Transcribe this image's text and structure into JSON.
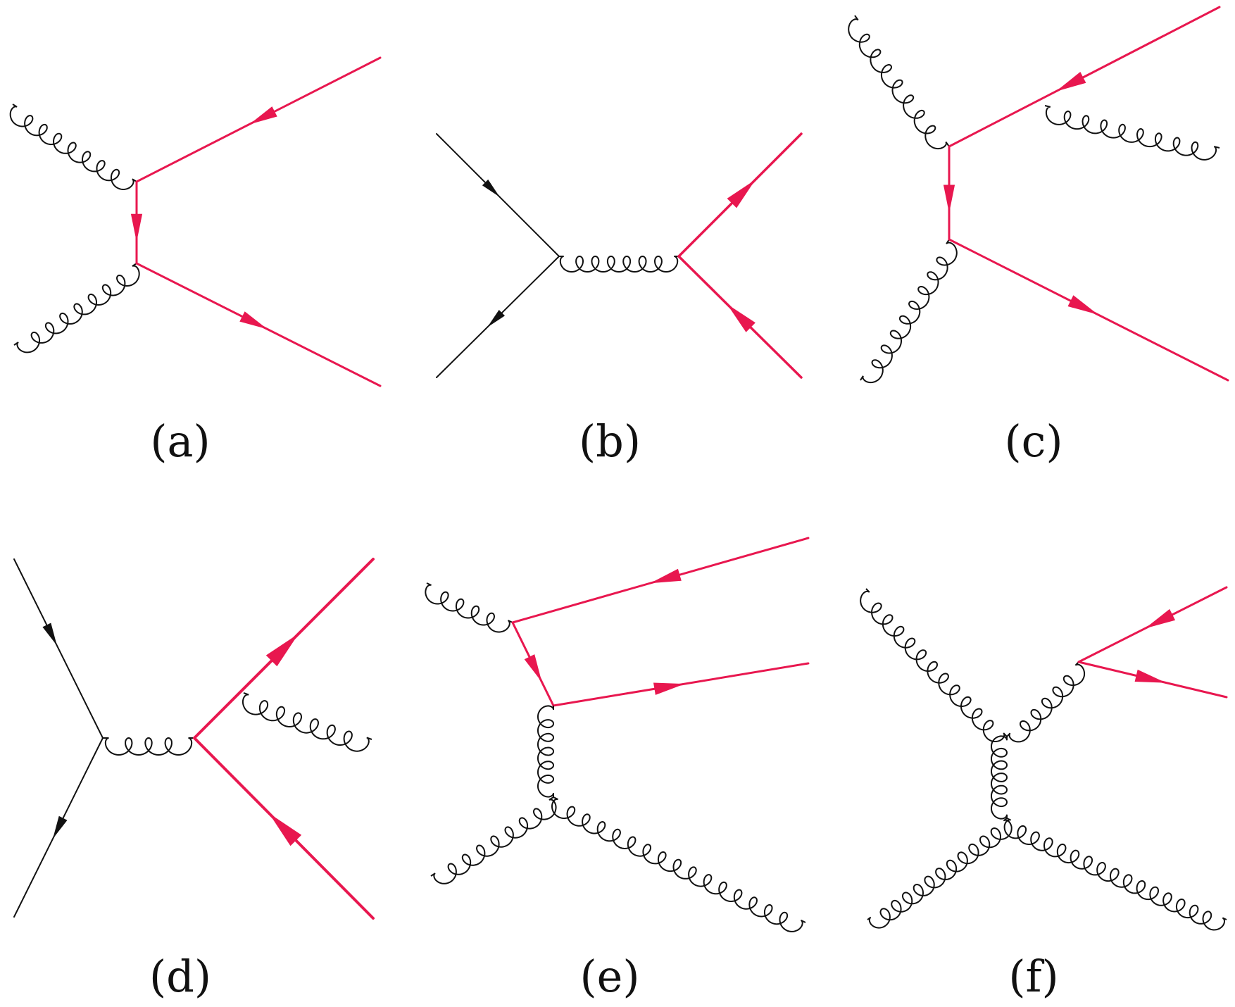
{
  "colors": {
    "fermion_heavy": "#e8174f",
    "fermion_light": "#111111",
    "gluon": "#111111",
    "label": "#111111",
    "background": "#ffffff"
  },
  "panels": [
    {
      "id": "a",
      "label": "(a)"
    },
    {
      "id": "b",
      "label": "(b)"
    },
    {
      "id": "c",
      "label": "(c)"
    },
    {
      "id": "d",
      "label": "(d)"
    },
    {
      "id": "e",
      "label": "(e)"
    },
    {
      "id": "f",
      "label": "(f)"
    }
  ]
}
